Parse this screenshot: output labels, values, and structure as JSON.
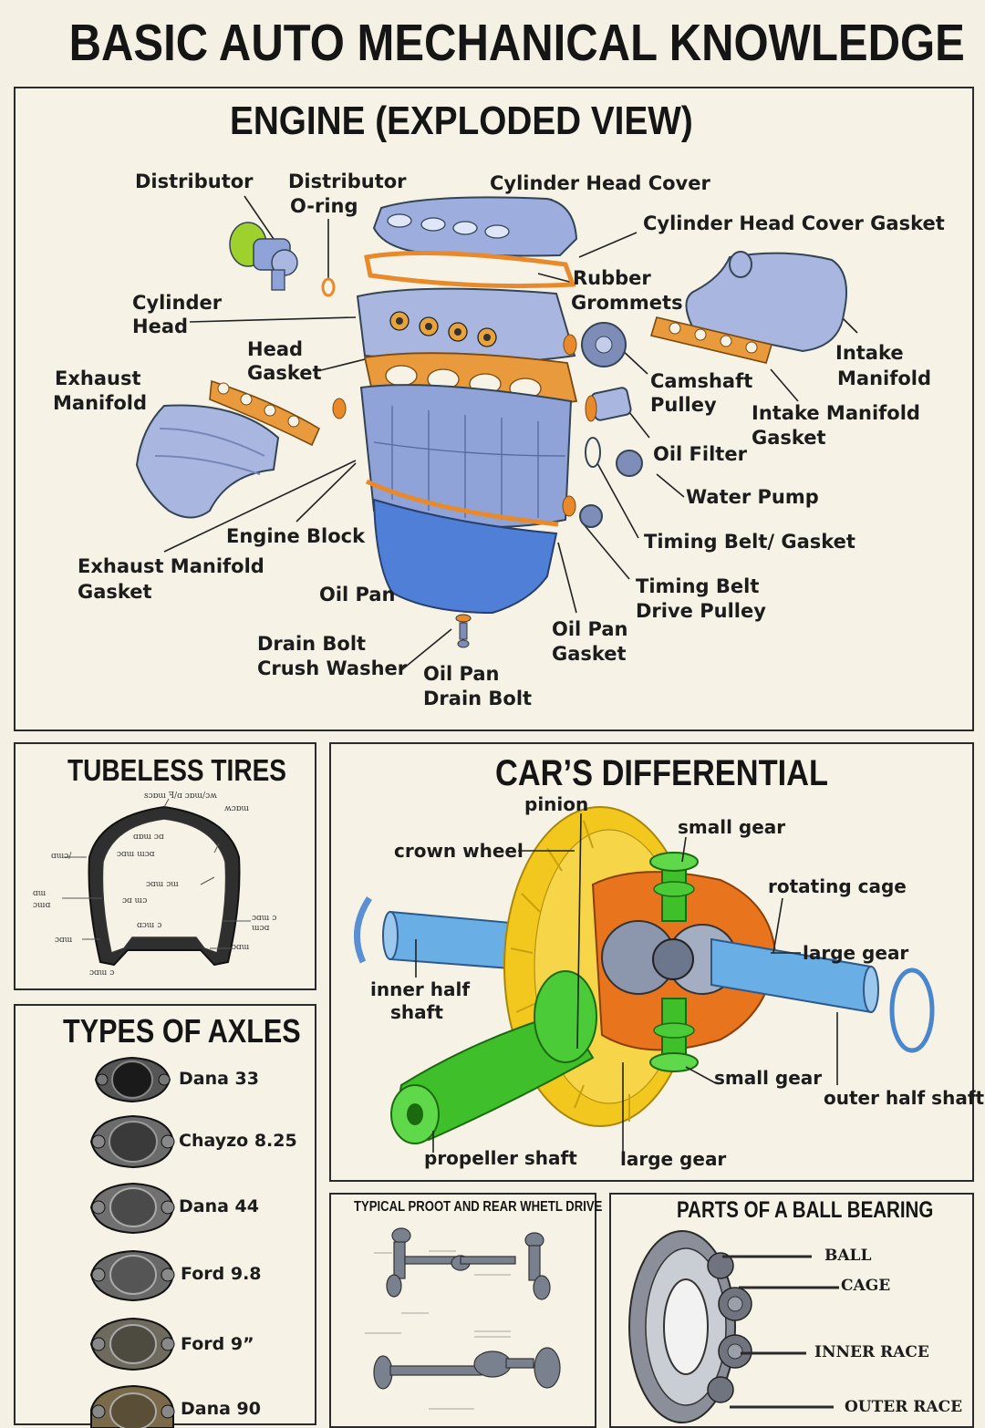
{
  "title": "BASIC AUTO MECHANICAL KNOWLEDGE",
  "engine": {
    "title": "ENGINE (EXPLODED VIEW)",
    "labels": {
      "distributor": "Distributor",
      "distributor_oring_1": "Distributor",
      "distributor_oring_2": "O-ring",
      "cylinder_head_cover": "Cylinder Head Cover",
      "cylinder_head_cover_gasket": "Cylinder Head Cover Gasket",
      "rubber_1": "Rubber",
      "rubber_2": "Grommets",
      "cylinder_head_1": "Cylinder",
      "cylinder_head_2": "Head",
      "head_gasket_1": "Head",
      "head_gasket_2": "Gasket",
      "exhaust_manifold_1": "Exhaust",
      "exhaust_manifold_2": "Manifold",
      "intake_manifold_1": "Intake",
      "intake_manifold_2": "Manifold",
      "camshaft_1": "Camshaft",
      "camshaft_2": "Pulley",
      "intake_gasket_1": "Intake Manifold",
      "intake_gasket_2": "Gasket",
      "oil_filter": "Oil Filter",
      "water_pump": "Water Pump",
      "engine_block": "Engine Block",
      "timing_belt_gasket": "Timing Belt/ Gasket",
      "exhaust_gasket_1": "Exhaust Manifold",
      "exhaust_gasket_2": "Gasket",
      "oil_pan": "Oil Pan",
      "timing_pulley_1": "Timing Belt",
      "timing_pulley_2": "Drive Pulley",
      "oil_pan_gasket_1": "Oil Pan",
      "oil_pan_gasket_2": "Gasket",
      "drain_washer_1": "Drain Bolt",
      "drain_washer_2": "Crush Washer",
      "drain_bolt_1": "Oil Pan",
      "drain_bolt_2": "Drain Bolt"
    }
  },
  "tires": {
    "title": "TUBELESS TIRES"
  },
  "axles": {
    "title": "TYPES OF AXLES",
    "items": [
      "Dana 33",
      "Chayzo 8.25",
      "Dana 44",
      "Ford 9.8",
      "Ford 9”",
      "Dana 90"
    ]
  },
  "differential": {
    "title": "CAR’S DIFFERENTIAL",
    "labels": {
      "pinion": "pinion",
      "small_gear_top": "small gear",
      "crown_wheel": "crown wheel",
      "rotating_cage": "rotating cage",
      "large_gear_right": "large gear",
      "inner_1": "inner half",
      "inner_2": "shaft",
      "small_gear_bottom": "small gear",
      "outer_half_shaft": "outer half shaft",
      "propeller_shaft": "propeller shaft",
      "large_gear_bottom": "large gear"
    }
  },
  "drive": {
    "title": "TYPICAL PROOT AND REAR WHETL DRIVE"
  },
  "bearing": {
    "title": "PARTS OF A BALL BEARING",
    "labels": [
      "BALL",
      "CAGE",
      "INNER RACE",
      "OUTER RACE"
    ]
  },
  "colors": {
    "background": "#f4f1e4",
    "engine_blue": "#8fa3d8",
    "gasket_orange": "#e88a2c",
    "oil_pan_blue": "#4f7fd6",
    "crown_yellow": "#f2c81e",
    "diff_green": "#3fbf2a",
    "shaft_blue": "#6aaee6",
    "cage_orange": "#e8741e"
  }
}
